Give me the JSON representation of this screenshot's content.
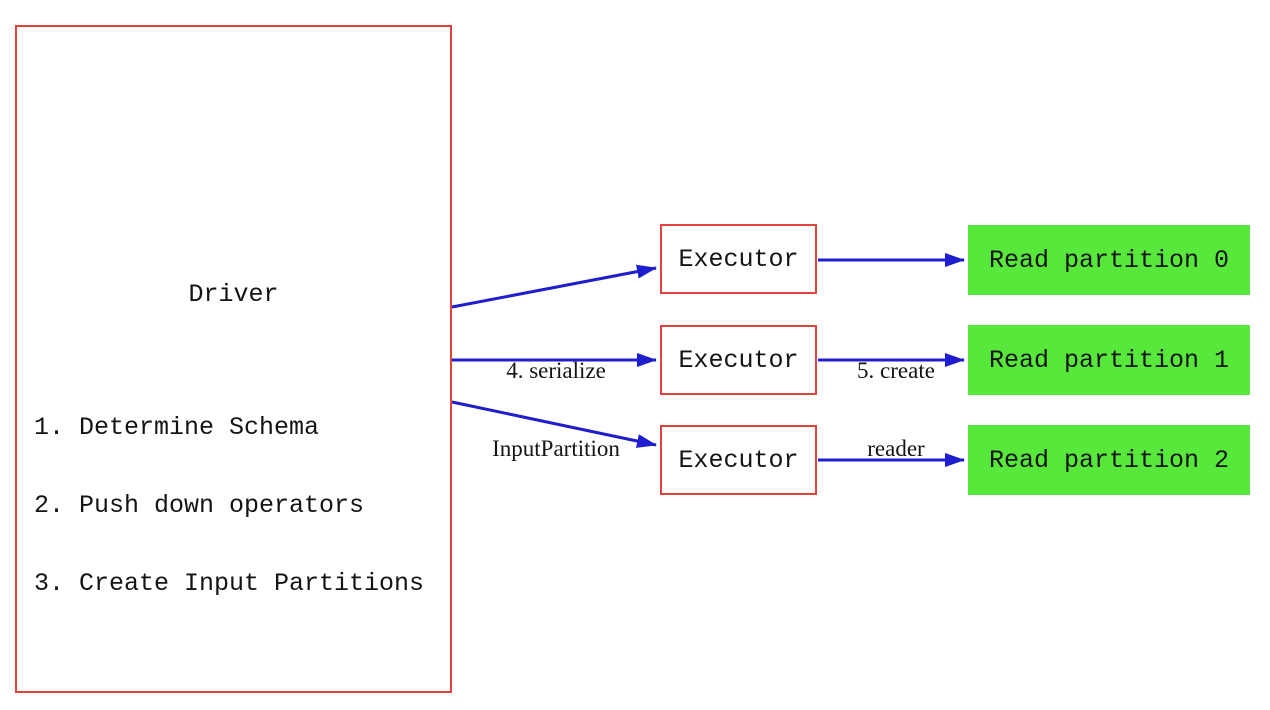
{
  "colors": {
    "background": "#ffffff",
    "box_red": "#e2433a",
    "arrow_blue": "#1e1ecf",
    "green_fill": "#57e83b",
    "text_dark": "#141414"
  },
  "driver": {
    "title": "Driver",
    "steps": [
      "1. Determine Schema",
      "2. Push down operators",
      "3. Create Input Partitions"
    ]
  },
  "executors": [
    "Executor",
    "Executor",
    "Executor"
  ],
  "partitions": [
    "Read partition 0",
    "Read partition 1",
    "Read partition 2"
  ],
  "edge_labels": {
    "serialize_line1": "4. serialize",
    "serialize_line2": "InputPartition",
    "reader_line1": "5. create",
    "reader_line2": "reader"
  }
}
